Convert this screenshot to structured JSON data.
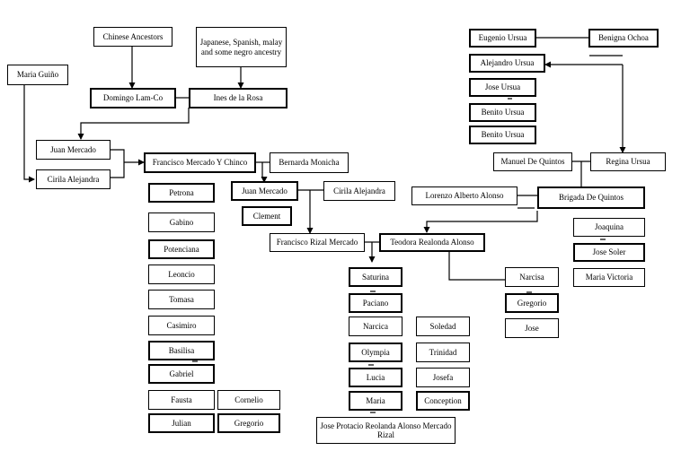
{
  "people": {
    "chinese_ancestors": "Chinese Ancestors",
    "japanese_ancestry": "Japanese, Spanish, malay and some negro ancestry",
    "maria_guino": "Maria Guiño",
    "domingo_lam_co": "Domingo Lam-Co",
    "ines_dela_rosa": "Ines de la Rosa",
    "juan_mercado_1": "Juan Mercado",
    "cirila_alejandra_1": "Cirila Alejandra",
    "francisco_mercado_y_chinco": "Francisco Mercado Y Chinco",
    "bernarda_monicha": "Bernarda Monicha",
    "petrona": "Petrona",
    "gabino": "Gabino",
    "potenciana": "Potenciana",
    "leoncio": "Leoncio",
    "tomasa": "Tomasa",
    "casimiro": "Casimiro",
    "basilisa": "Basilisa",
    "gabriel": "Gabriel",
    "fausta": "Fausta",
    "julian": "Julian",
    "cornelio": "Cornelio",
    "gregorio_1": "Gregorio",
    "juan_mercado_2": "Juan Mercado",
    "cirila_alejandra_2": "Cirila Alejandra",
    "clement": "Clement",
    "francisco_rizal_mercado": "Francisco Rizal Mercado",
    "teodora_realonda_alonso": "Teodora Realonda Alonso",
    "saturina": "Saturina",
    "paciano": "Paciano",
    "narcica": "Narcica",
    "olympia": "Olympia",
    "lucia": "Lucia",
    "maria": "Maria",
    "soledad": "Soledad",
    "trinidad": "Trinidad",
    "josefa": "Josefa",
    "conception": "Conception",
    "jose_protacio": "Jose Protacio Reolanda Alonso Mercado Rizal",
    "narcisa": "Narcisa",
    "gregorio_2": "Gregorio",
    "jose_1": "Jose",
    "eugenio_ursua": "Eugenio Ursua",
    "benigna_ochoa": "Benigna Ochoa",
    "alejandro_ursua": "Alejandro Ursua",
    "jose_ursua": "Jose Ursua",
    "benito_ursua_1": "Benito Ursua",
    "benito_ursua_2": "Benito Ursua",
    "manuel_de_quintos": "Manuel De Quintos",
    "regina_ursua": "Regina Ursua",
    "lorenzo_alberto_alonso": "Lorenzo Alberto Alonso",
    "brigada_de_quintos": "Brigada De Quintos",
    "joaquina": "Joaquina",
    "jose_soler": "Jose Soler",
    "maria_victoria": "Maria Victoria"
  }
}
